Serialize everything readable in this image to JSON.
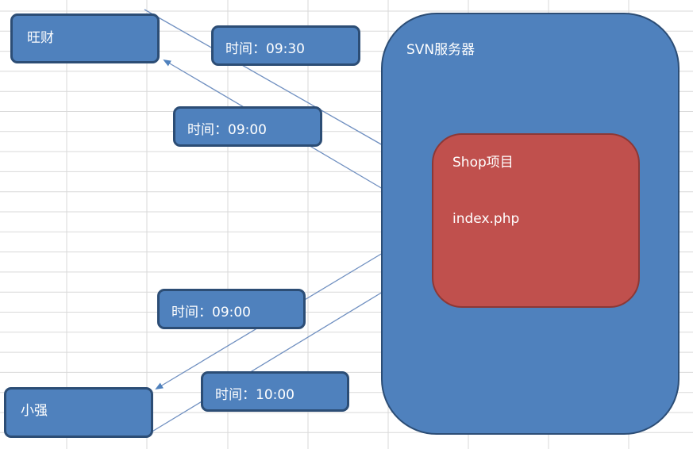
{
  "colors": {
    "box_fill": "#4f81bd",
    "box_border": "#2c4d75",
    "project_fill": "#c0504d",
    "grid": "#d9d9d9",
    "arrow": "#4f81bd"
  },
  "users": {
    "wangcai": "旺财",
    "xiaoqiang": "小强"
  },
  "labels": {
    "t1": "时间：09:30",
    "t2": "时间：09:00",
    "t3": "时间：09:00",
    "t4": "时间：10:00"
  },
  "server": {
    "title": "SVN服务器",
    "project_title": "Shop项目",
    "file": "index.php"
  }
}
